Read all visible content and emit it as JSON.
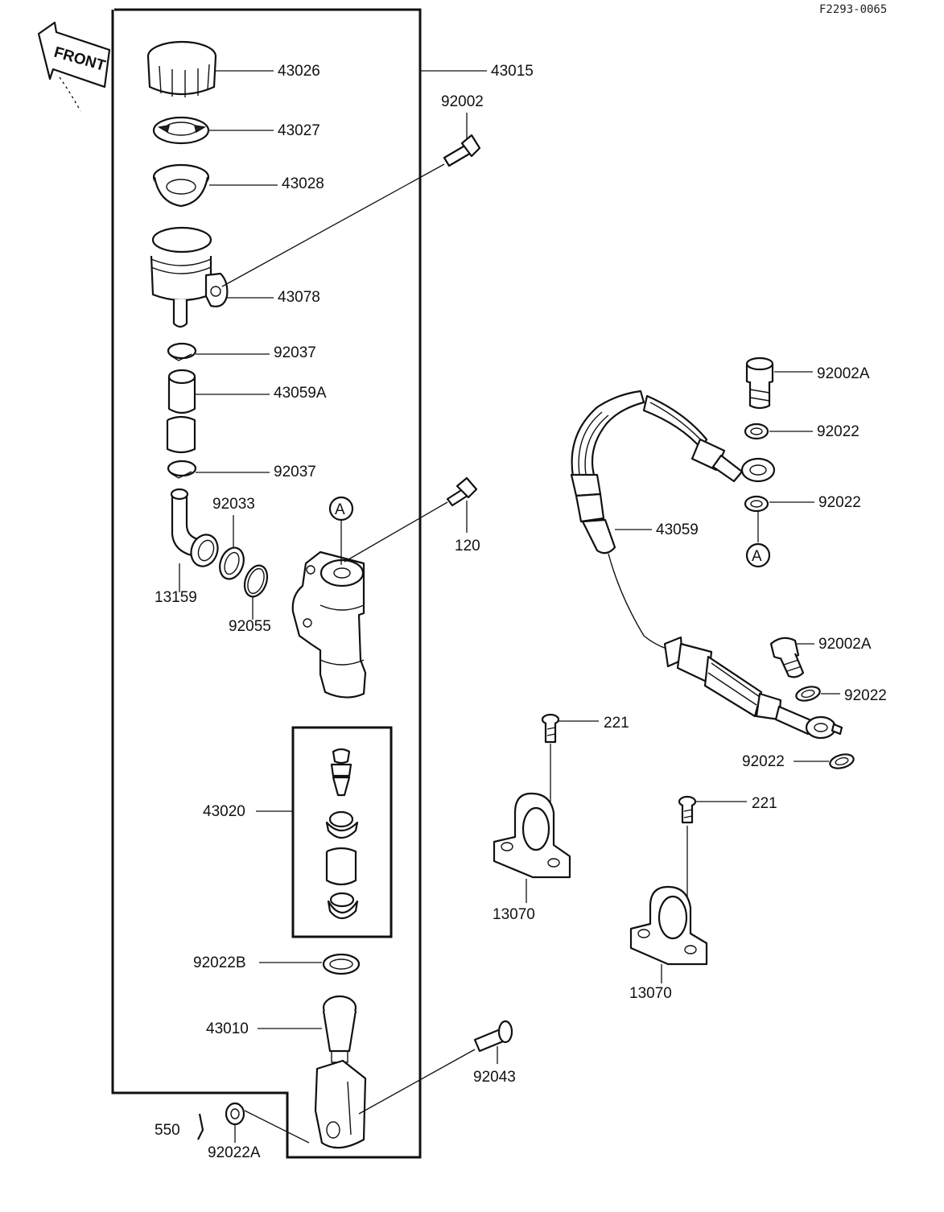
{
  "drawing_code": "F2293-0065",
  "front_arrow_text": "FRONT",
  "ref_marker": "A",
  "labels": {
    "p43026": "43026",
    "p43015": "43015",
    "p92002": "92002",
    "p43027": "43027",
    "p43028": "43028",
    "p43078": "43078",
    "p92037_top": "92037",
    "p43059A": "43059A",
    "p92037_bottom": "92037",
    "p92033": "92033",
    "p13159": "13159",
    "p92055": "92055",
    "p120": "120",
    "p43020": "43020",
    "p92022B": "92022B",
    "p43010": "43010",
    "p92043": "92043",
    "p550": "550",
    "p92022A": "92022A",
    "p92002A_top": "92002A",
    "p92022_1": "92022",
    "p92022_2": "92022",
    "p43059": "43059",
    "p92002A_lower": "92002A",
    "p92022_3": "92022",
    "p92022_4": "92022",
    "p221_left": "221",
    "p221_right": "221",
    "p13070_left": "13070",
    "p13070_right": "13070"
  }
}
